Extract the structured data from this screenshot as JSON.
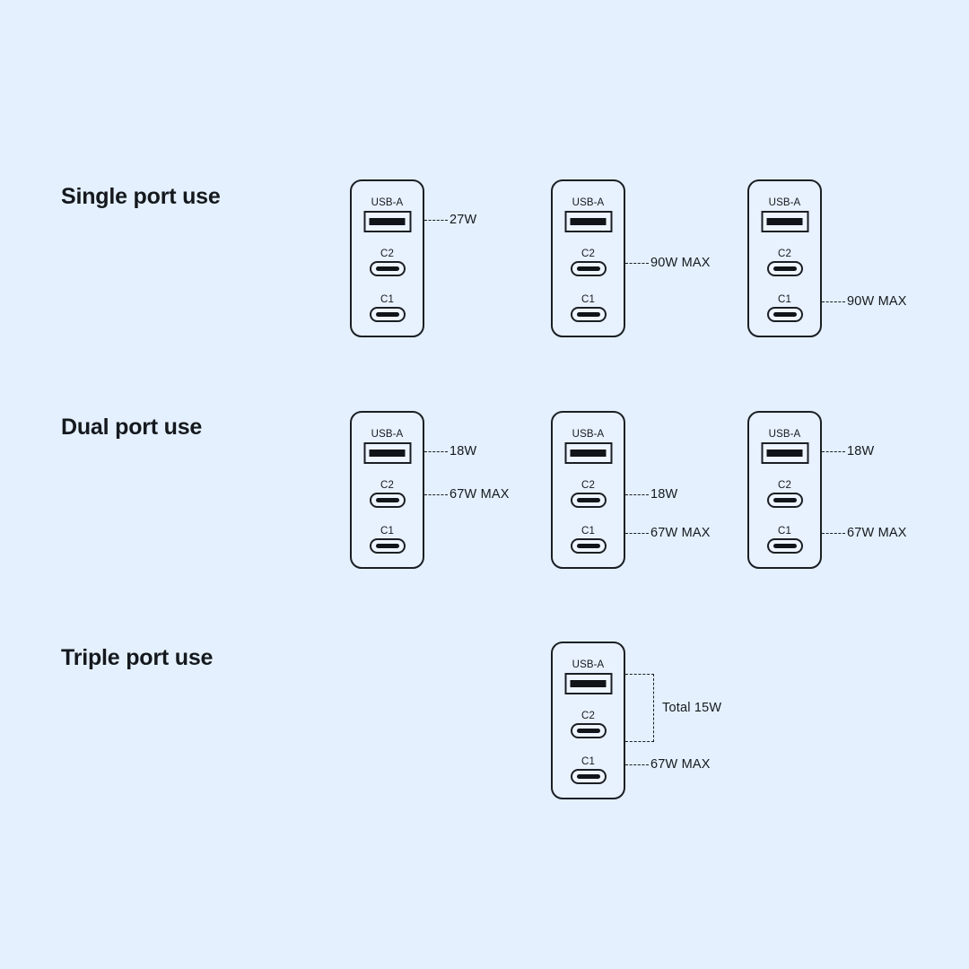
{
  "background_color": "#e4f0fd",
  "line_color": "#1b1f24",
  "text_color": "#15191e",
  "port_labels": {
    "usba": "USB-A",
    "c2": "C2",
    "c1": "C1"
  },
  "sections": [
    {
      "id": "single-port-use",
      "title": "Single port use",
      "chargers": [
        {
          "id": "single-usba",
          "callouts": [
            {
              "target": "usba",
              "text": "27W",
              "type": "line"
            }
          ]
        },
        {
          "id": "single-c2",
          "callouts": [
            {
              "target": "c2",
              "text": "90W MAX",
              "type": "line"
            }
          ]
        },
        {
          "id": "single-c1",
          "callouts": [
            {
              "target": "c1",
              "text": "90W MAX",
              "type": "line"
            }
          ]
        }
      ]
    },
    {
      "id": "dual-port-use",
      "title": "Dual port use",
      "chargers": [
        {
          "id": "dual-usba-c2",
          "callouts": [
            {
              "target": "usba",
              "text": "18W",
              "type": "line"
            },
            {
              "target": "c2",
              "text": "67W MAX",
              "type": "line"
            }
          ]
        },
        {
          "id": "dual-c2-c1",
          "callouts": [
            {
              "target": "c2",
              "text": "18W",
              "type": "line"
            },
            {
              "target": "c1",
              "text": "67W MAX",
              "type": "line"
            }
          ]
        },
        {
          "id": "dual-usba-c1",
          "callouts": [
            {
              "target": "usba",
              "text": "18W",
              "type": "line"
            },
            {
              "target": "c1",
              "text": "67W MAX",
              "type": "line"
            }
          ]
        }
      ]
    },
    {
      "id": "triple-port-use",
      "title": "Triple port use",
      "chargers": [
        {
          "id": "triple-all",
          "callouts": [
            {
              "target": "usba-c2",
              "text": "Total 15W",
              "type": "bracket"
            },
            {
              "target": "c1",
              "text": "67W MAX",
              "type": "line"
            }
          ]
        }
      ]
    }
  ]
}
